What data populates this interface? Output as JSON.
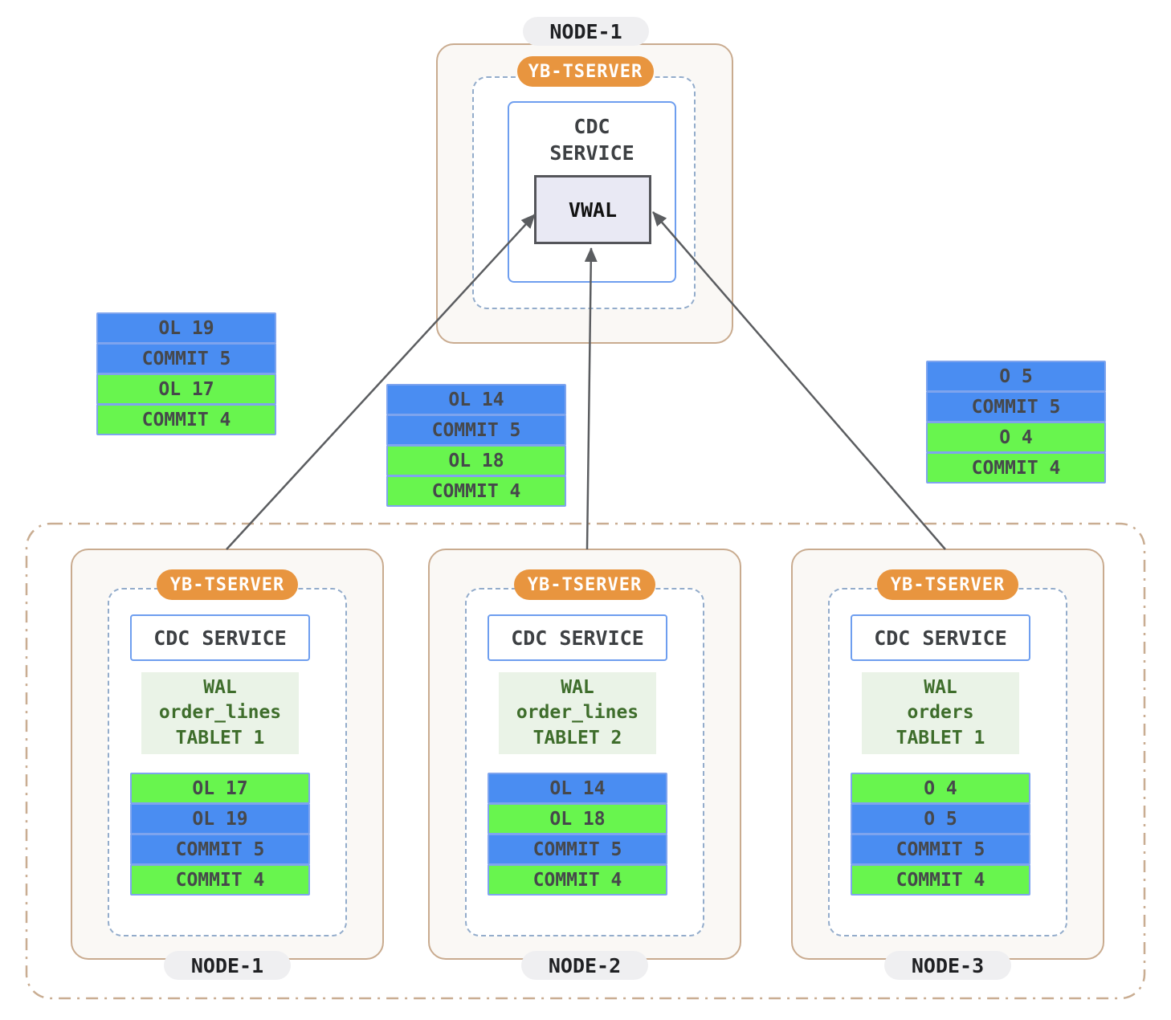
{
  "top_node": {
    "node_label": "NODE-1",
    "tserver_label": "YB-TSERVER",
    "cdc_line1": "CDC",
    "cdc_line2": "SERVICE",
    "vwal_label": "VWAL"
  },
  "buffers": [
    {
      "rows": [
        {
          "label": "OL 19",
          "kind": "blue"
        },
        {
          "label": "COMMIT 5",
          "kind": "blue"
        },
        {
          "label": "OL 17",
          "kind": "green"
        },
        {
          "label": "COMMIT 4",
          "kind": "green"
        }
      ]
    },
    {
      "rows": [
        {
          "label": "OL 14",
          "kind": "blue"
        },
        {
          "label": "COMMIT 5",
          "kind": "blue"
        },
        {
          "label": "OL 18",
          "kind": "green"
        },
        {
          "label": "COMMIT 4",
          "kind": "green"
        }
      ]
    },
    {
      "rows": [
        {
          "label": "O 5",
          "kind": "blue"
        },
        {
          "label": "COMMIT 5",
          "kind": "blue"
        },
        {
          "label": "O 4",
          "kind": "green"
        },
        {
          "label": "COMMIT 4",
          "kind": "green"
        }
      ]
    }
  ],
  "nodes": [
    {
      "node_label": "NODE-1",
      "tserver_label": "YB-TSERVER",
      "cdc_label": "CDC SERVICE",
      "wal_lines": [
        "WAL",
        "order_lines",
        "TABLET 1"
      ],
      "records": [
        {
          "label": "OL 17",
          "kind": "green"
        },
        {
          "label": "OL 19",
          "kind": "blue"
        },
        {
          "label": "COMMIT 5",
          "kind": "blue"
        },
        {
          "label": "COMMIT 4",
          "kind": "green"
        }
      ]
    },
    {
      "node_label": "NODE-2",
      "tserver_label": "YB-TSERVER",
      "cdc_label": "CDC SERVICE",
      "wal_lines": [
        "WAL",
        "order_lines",
        "TABLET 2"
      ],
      "records": [
        {
          "label": "OL 14",
          "kind": "blue"
        },
        {
          "label": "OL 18",
          "kind": "green"
        },
        {
          "label": "COMMIT 5",
          "kind": "blue"
        },
        {
          "label": "COMMIT 4",
          "kind": "green"
        }
      ]
    },
    {
      "node_label": "NODE-3",
      "tserver_label": "YB-TSERVER",
      "cdc_label": "CDC SERVICE",
      "wal_lines": [
        "WAL",
        "orders",
        "TABLET 1"
      ],
      "records": [
        {
          "label": "O 4",
          "kind": "green"
        },
        {
          "label": "O 5",
          "kind": "blue"
        },
        {
          "label": "COMMIT 5",
          "kind": "blue"
        },
        {
          "label": "COMMIT 4",
          "kind": "green"
        }
      ]
    }
  ],
  "colors": {
    "record_blue": "#4a8df2",
    "record_green": "#68f54e",
    "record_border": "#7ea4ee",
    "tserver_orange": "#e8953f",
    "node_border_tan": "#c9ab8f",
    "dashed_blue_gray": "#93accb",
    "arrow_gray": "#5b5d60",
    "wal_green_bg": "#eaf3e7",
    "wal_green_text": "#3e6d2b",
    "cdc_border_blue": "#6e9eef",
    "vwal_fill": "#e9e9f4"
  }
}
